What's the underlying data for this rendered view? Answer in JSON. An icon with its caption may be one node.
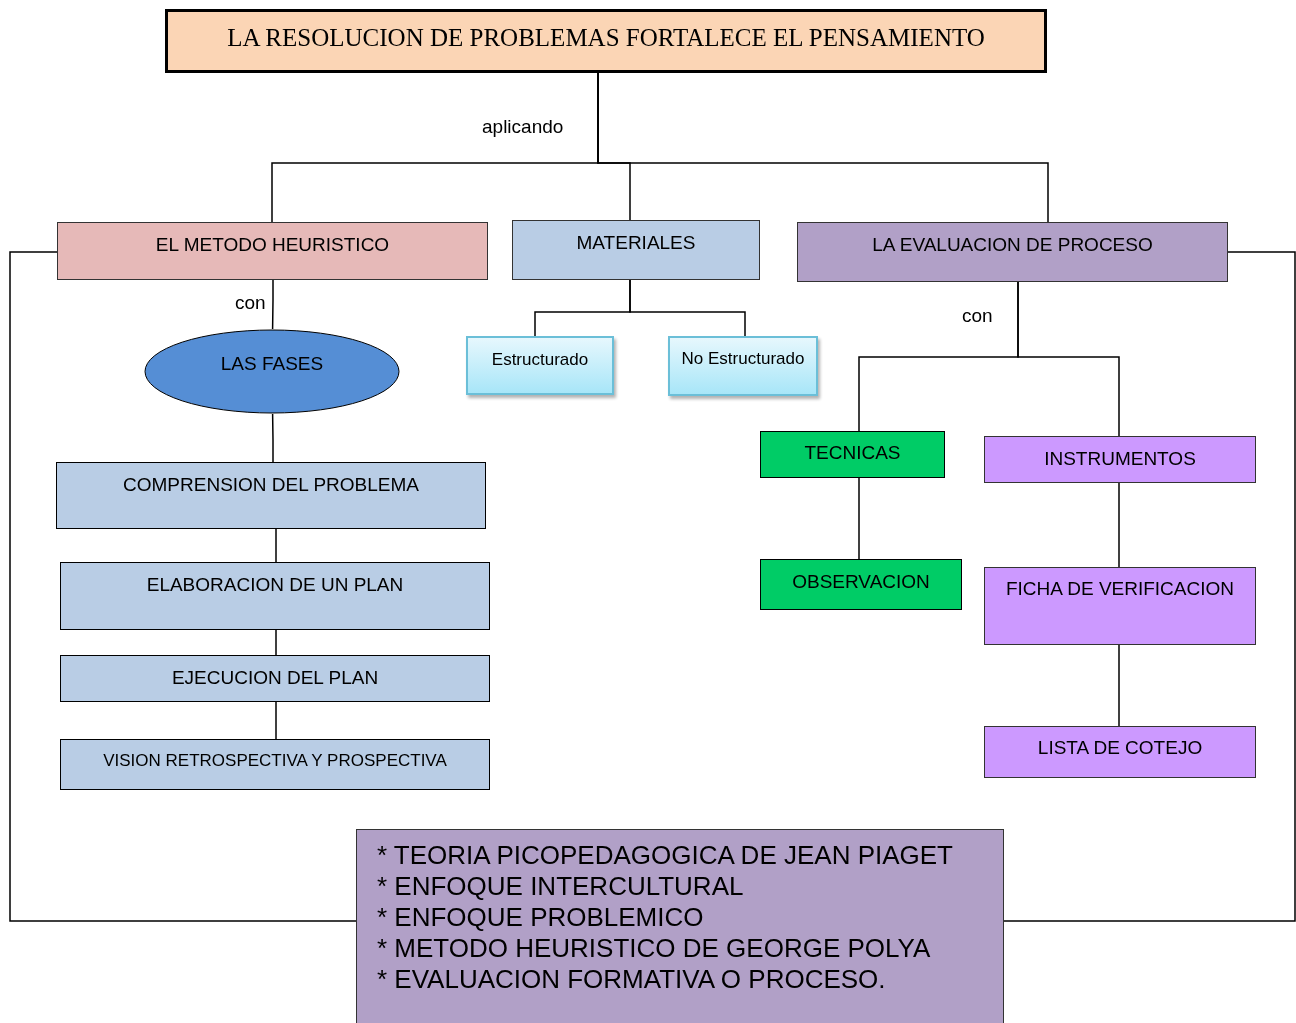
{
  "diagram": {
    "nodes": [
      {
        "text": [
          "LA RESOLUCION DE PROBLEMAS FORTALECE EL PENSAMIENTO"
        ]
      },
      {
        "text": [
          "EL METODO HEURISTICO"
        ]
      },
      {
        "text": [
          "MATERIALES"
        ]
      },
      {
        "text": [
          "LA EVALUACION DE PROCESO"
        ]
      },
      {
        "text": [
          "LAS FASES"
        ]
      },
      {
        "text": [
          "Estructurado"
        ]
      },
      {
        "text": [
          "No Estructurado"
        ]
      },
      {
        "text": [
          "TECNICAS"
        ]
      },
      {
        "text": [
          "INSTRUMENTOS"
        ]
      },
      {
        "text": [
          "COMPRENSION DEL PROBLEMA"
        ]
      },
      {
        "text": [
          "ELABORACION DE UN PLAN"
        ]
      },
      {
        "text": [
          "EJECUCION DEL PLAN"
        ]
      },
      {
        "text": [
          "VISION RETROSPECTIVA Y PROSPECTIVA"
        ]
      },
      {
        "text": [
          "OBSERVACION"
        ]
      },
      {
        "text": [
          "FICHA DE VERIFICACION"
        ]
      },
      {
        "text": [
          "LISTA DE COTEJO"
        ]
      },
      {
        "text": [
          "* TEORIA PICOPEDAGOGICA DE JEAN PIAGET",
          "* ENFOQUE INTERCULTURAL",
          "* ENFOQUE PROBLEMICO",
          "* METODO HEURISTICO DE GEORGE POLYA",
          "* EVALUACION FORMATIVA O PROCESO."
        ]
      }
    ],
    "edges": [
      {
        "from": 0,
        "to": 1,
        "arrow": "none",
        "label": "aplicando"
      },
      {
        "from": 0,
        "to": 2,
        "arrow": "none"
      },
      {
        "from": 0,
        "to": 3,
        "arrow": "none"
      },
      {
        "from": 1,
        "to": 4,
        "arrow": "none",
        "label": "con"
      },
      {
        "from": 4,
        "to": 9,
        "arrow": "none"
      },
      {
        "from": 9,
        "to": 10,
        "arrow": "none"
      },
      {
        "from": 10,
        "to": 11,
        "arrow": "none"
      },
      {
        "from": 11,
        "to": 12,
        "arrow": "none"
      },
      {
        "from": 2,
        "to": 5,
        "arrow": "none"
      },
      {
        "from": 2,
        "to": 6,
        "arrow": "none"
      },
      {
        "from": 3,
        "to": 7,
        "arrow": "none",
        "label": "con"
      },
      {
        "from": 3,
        "to": 8,
        "arrow": "none"
      },
      {
        "from": 7,
        "to": 13,
        "arrow": "none"
      },
      {
        "from": 8,
        "to": 14,
        "arrow": "none"
      },
      {
        "from": 14,
        "to": 15,
        "arrow": "none"
      },
      {
        "from": 1,
        "to": 16,
        "arrow": "none"
      },
      {
        "from": 3,
        "to": 16,
        "arrow": "none"
      }
    ]
  }
}
